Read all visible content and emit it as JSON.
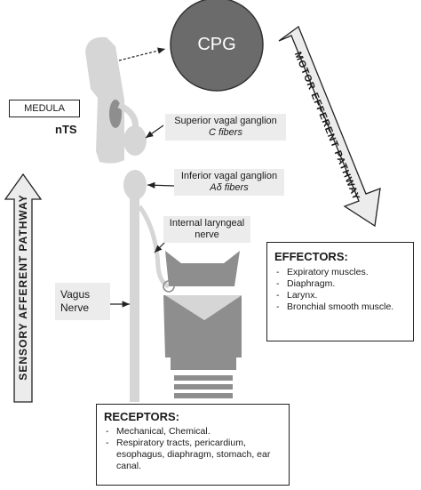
{
  "cpg": {
    "label": "CPG"
  },
  "medula": {
    "label": "MEDULA"
  },
  "nts": {
    "label": "nTS"
  },
  "superior_ganglion": {
    "name": "Superior vagal ganglion",
    "fiber": "C fibers"
  },
  "inferior_ganglion": {
    "name": "Inferior vagal ganglion",
    "fiber": "Aδ fibers"
  },
  "laryngeal_nerve": {
    "line1": "Internal laryngeal",
    "line2": "nerve"
  },
  "vagus": {
    "line1": "Vagus",
    "line2": "Nerve"
  },
  "pathways": {
    "sensory": "SENSORY AFFERENT PATHWAY",
    "motor": "MOTOR EFFERENT PATHWAY"
  },
  "effectors": {
    "title": "EFFECTORS:",
    "items": [
      "Expiratory muscles.",
      "Diaphragm.",
      "Larynx.",
      "Bronchial smooth muscle."
    ]
  },
  "receptors": {
    "title": "RECEPTORS:",
    "items": [
      "Mechanical, Chemical.",
      "Respiratory tracts, pericardium, esophagus, diaphragm, stomach, ear canal."
    ]
  },
  "colors": {
    "cpg_fill": "#6b6b6b",
    "tissue": "#d6d6d6",
    "tissue_dark": "#8e8e8e",
    "label_box": "#ececec"
  }
}
